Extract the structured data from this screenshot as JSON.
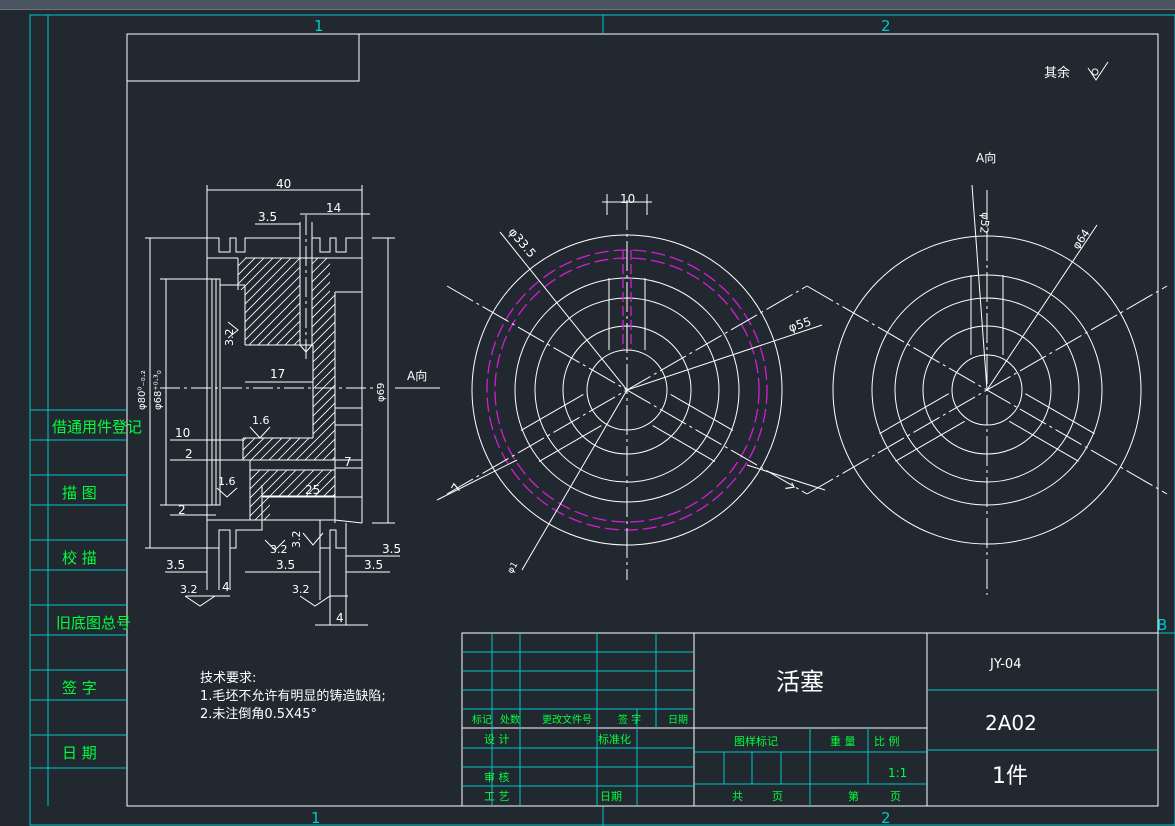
{
  "grid": {
    "col1": "1",
    "col2": "2",
    "row_b": "B"
  },
  "roughness": {
    "label": "其余"
  },
  "section_view": {
    "dims": {
      "d40": "40",
      "d14": "14",
      "d3_5_top": "3.5",
      "phi80": "φ80⁰₋₀.₂",
      "phi68": "φ68⁺⁰·³₀",
      "phi69": "φ69",
      "d17": "17",
      "d10": "10",
      "d2a": "2",
      "d2b": "2",
      "d25": "25",
      "d7": "7",
      "d3_5_l": "3.5",
      "d4_l": "4",
      "d3_5_m": "3.5",
      "d3_5_r1": "3.5",
      "d3_5_r2": "3.5",
      "d4_b": "4"
    },
    "rough": {
      "r32a": "3.2",
      "r16a": "1.6",
      "r16b": "1.6",
      "r32b": "3.2",
      "r32c": "3.2",
      "r32d": "3.2",
      "r32e": "3.2"
    },
    "a_dir": "A向"
  },
  "front_view": {
    "d10": "10",
    "phi33_5": "φ33.5",
    "phi55": "φ55",
    "d7a": "7",
    "d7b": "7",
    "phi_small": "φ1"
  },
  "a_view": {
    "title": "A向",
    "phi52": "φ52",
    "phi64": "φ64"
  },
  "tech": {
    "title": "技术要求:",
    "line1": "1.毛坯不允许有明显的铸造缺陷;",
    "line2": "2.未注倒角0.5X45°"
  },
  "side_panel": [
    "借通用件登记",
    "描 图",
    "校 描",
    "旧底图总号",
    "签 字",
    "日 期"
  ],
  "title_block": {
    "part_name": "活塞",
    "drawing_no": "JY-04",
    "material": "2A02",
    "quantity": "1件",
    "rev_headers": [
      "标记",
      "处数",
      "更改文件号",
      "签 字",
      "日期"
    ],
    "design": "设 计",
    "standard": "标准化",
    "review": "审 核",
    "process": "工 艺",
    "date": "日期",
    "stage_mark": "图样标记",
    "weight": "重 量",
    "scale_label": "比 例",
    "scale": "1:1",
    "total": "共",
    "page": "页",
    "sheet": "第",
    "page2": "页"
  },
  "colors": {
    "background": "#212830",
    "line": "#ffffff",
    "frame": "#00c8c8",
    "hidden": "#d21ed2",
    "label": "#00ff3c"
  }
}
